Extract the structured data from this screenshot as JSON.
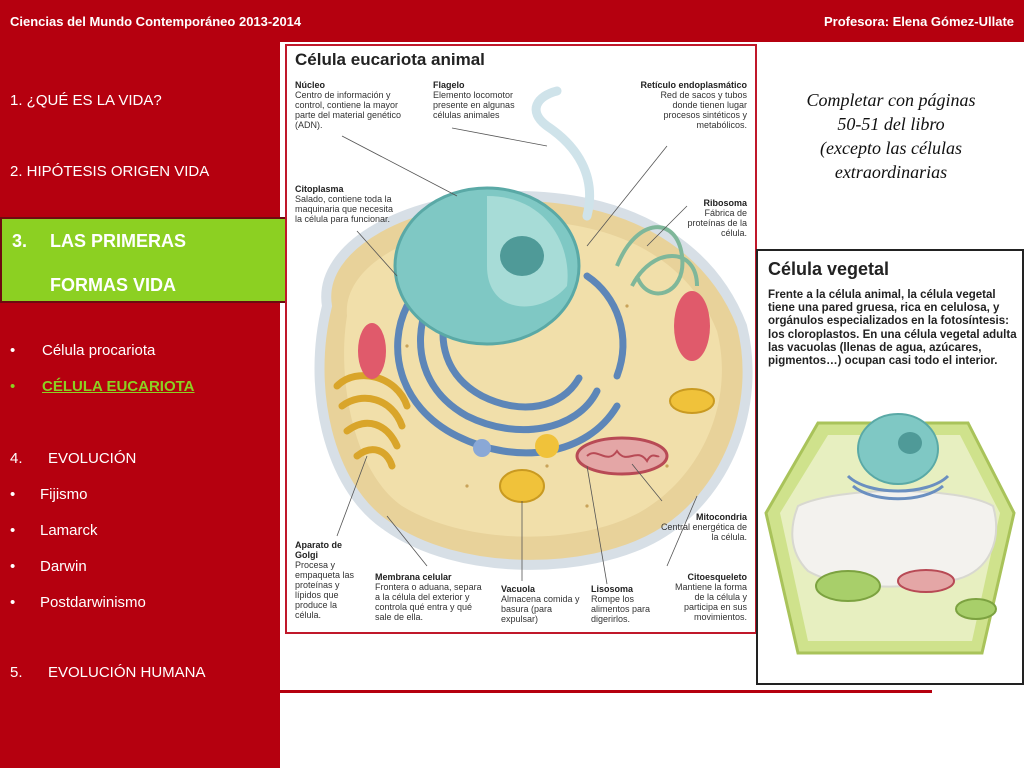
{
  "header": {
    "left_title": "Ciencias del Mundo Contemporáneo 2013-2014",
    "right_title": "Profesora: Elena Gómez-Ullate"
  },
  "sidebar": {
    "item1": "1. ¿QUÉ ES LA VIDA?",
    "item2": "2. HIPÓTESIS ORIGEN VIDA",
    "active": {
      "number": "3.",
      "line1": "LAS PRIMERAS",
      "line2": "FORMAS VIDA"
    },
    "sub3": [
      "Célula procariota",
      "CÉLULA EUCARIOTA"
    ],
    "item4": {
      "number": "4.",
      "label": "EVOLUCIÓN"
    },
    "sub4": [
      "Fijismo",
      "Lamarck",
      "Darwin",
      "Postdarwinismo"
    ],
    "item5": {
      "number": "5.",
      "label": "EVOLUCIÓN HUMANA"
    },
    "bullet": "•"
  },
  "animal": {
    "title": "Célula eucariota animal",
    "labels": {
      "nucleo": {
        "t": "Núcleo",
        "d": "Centro de información y control, contiene la mayor parte del material genético (ADN)."
      },
      "flagelo": {
        "t": "Flagelo",
        "d": "Elemento locomotor presente en algunas células animales"
      },
      "reticulo": {
        "t": "Retículo endoplasmático",
        "d": "Red de sacos y tubos donde tienen lugar procesos sintéticos y metabólicos."
      },
      "citoplasma": {
        "t": "Citoplasma",
        "d": "Salado, contiene toda la maquinaria que necesita la célula para funcionar."
      },
      "ribosoma": {
        "t": "Ribosoma",
        "d": "Fábrica de proteínas de la célula."
      },
      "mitocondria": {
        "t": "Mitocondria",
        "d": "Central energética de la célula."
      },
      "golgi": {
        "t": "Aparato de Golgi",
        "d": "Procesa y empaqueta las proteínas y lípidos que produce la célula."
      },
      "membrana": {
        "t": "Membrana celular",
        "d": "Frontera o aduana, separa a la célula del exterior y controla qué entra y qué sale de ella."
      },
      "vacuola": {
        "t": "Vacuola",
        "d": "Almacena comida y basura (para expulsar)"
      },
      "lisosoma": {
        "t": "Lisosoma",
        "d": "Rompe los alimentos para digerirlos."
      },
      "citoesqueleto": {
        "t": "Citoesqueleto",
        "d": "Mantiene la forma de la célula y participa en sus movimientos."
      }
    }
  },
  "note": {
    "line1": "Completar con páginas",
    "line2": "50-51 del libro",
    "line3": "(excepto las células",
    "line4": "extraordinarias"
  },
  "plant": {
    "title": "Célula vegetal",
    "description": "Frente a la célula animal,  la célula vegetal tiene una pared gruesa, rica en celulosa, y orgánulos especializados en la fotosíntesis: los cloroplastos. En una célula vegetal adulta las vacuolas (llenas de agua, azúcares, pigmentos…) ocupan casi todo el interior."
  },
  "colors": {
    "brand_red": "#b5000f",
    "accent_green": "#8cd022"
  }
}
